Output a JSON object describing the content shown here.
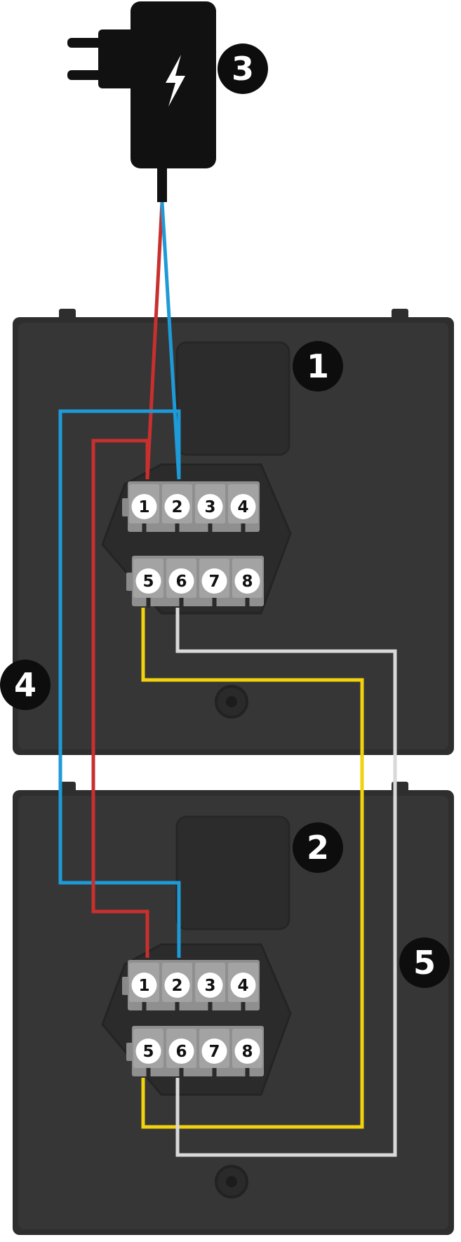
{
  "colors": {
    "panel": "#353535",
    "panel_edge": "#2a2a2a",
    "adapter": "#111111",
    "terminal": "#9a9a9a",
    "red_wire": "#c8302e",
    "blue_wire": "#1e9ad6",
    "yellow_wire": "#f2d20e",
    "white_wire": "#d9d9d9",
    "callout_bg": "#0d0d0d",
    "callout_text": "#ffffff",
    "pin_bg": "#ffffff",
    "pin_text": "#111111"
  },
  "callouts": {
    "device_1": "1",
    "device_2": "2",
    "power_adapter": "3",
    "power_wires": "4",
    "signal_wires": "5"
  },
  "device_1": {
    "top_row": [
      "1",
      "2",
      "3",
      "4"
    ],
    "bottom_row": [
      "5",
      "6",
      "7",
      "8"
    ]
  },
  "device_2": {
    "top_row": [
      "1",
      "2",
      "3",
      "4"
    ],
    "bottom_row": [
      "5",
      "6",
      "7",
      "8"
    ]
  },
  "icons": {
    "adapter_symbol": "lightning-bolt-icon"
  }
}
